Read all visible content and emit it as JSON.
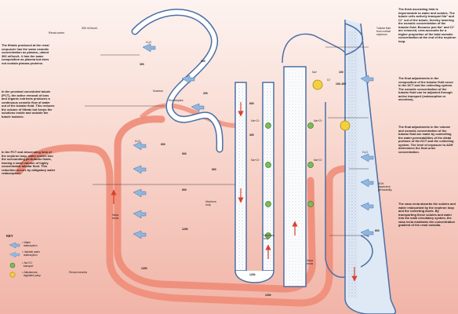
{
  "labels": {
    "renal_cortex": "Renal cortex",
    "renal_medulla": "Renal medulla",
    "nucleus": "Nucleus",
    "electrolytes": "Electrolytes",
    "nephron_loop_left": "Nephron\nloop",
    "nephron_loop_right": "Nephron\nloop",
    "vasa_recta_left": "Vasa\nrecta",
    "vasa_recta_right": "Vasa\nrecta",
    "tubular_fluid": "Tubular fluid\nfrom cortical\nnephrons",
    "adh_permeability": "ADH-\ndependent\npermeability",
    "cortex_osm": "300 mOsm/L",
    "h2o": "H₂O",
    "nacl": "Na⁺Cl⁻",
    "na": "Na⁺",
    "cl": "Cl⁻"
  },
  "numbers": {
    "n300a": "300",
    "n300b": "300",
    "n100": "100",
    "n100_200": "100–300",
    "n400": "400",
    "n200": "200",
    "n600a": "600",
    "n600b": "600",
    "n600c": "600",
    "n600d": "600",
    "n900": "900",
    "n600e": "600",
    "n1200a": "1200",
    "n1200b": "1200",
    "n1200c": "1200",
    "n1200d": "1200"
  },
  "notes": {
    "left1": "The filtrate produced at the renal corpuscle has the same osmotic concentration as plasma—about 300 mOsm/L. It has the same composition as plasma but does not contain plasma proteins.",
    "left2": "In the proximal convoluted tubule (PCT), the active removal of ions and organic nutrients produces a continuous osmotic flow of water out of the tubular fluid. This reduces the volume of filtrate but keeps the solutions inside and outside the tubule isotonic.",
    "left3": "In the PCT and descending limb of the nephron loop, water moves into the surrounding peritubular fluids, leaving a small volume of highly concentrated tubular fluid. This reduction occurs by obligatory water reabsorption.",
    "right1": "The thick ascending limb is impermeable to water and solutes. The tubule cells actively transport Na⁺ and Cl⁻ out of the tubule, thereby lowering the osmotic concentration of the tubular fluid. Because just Na⁺ and Cl⁻ are removed, urea accounts for a higher proportion of the total osmotic concentration at the end of the nephron loop.",
    "right2": "The final adjustments in the composition of the tubular fluid occur in the DCT and the collecting system. The osmotic concentration of the tubular fluid can be adjusted through active transport (reabsorption or secretion).",
    "right3": "The final adjustments in the volume and osmotic concentration of the tubular fluid are made by controlling the water permeabilities of the distal portions of the DCT and the collecting system. The level of exposure to ADH determines the final urine concentration.",
    "right4": "The vasa recta absorbs the solutes and water reabsorbed by the nephron loop and the collecting ducts. By transporting these solutes and water into the main circulatory system, the vasa recta maintains the concentration gradient of the renal medulla."
  },
  "key": {
    "title": "KEY",
    "items": [
      "= Water\n  reabsorption",
      "= Variable water\n  reabsorption",
      "= Na⁺/Cl⁻\n  transport",
      "= Aldosterone-\n  regulated pump"
    ]
  },
  "colors": {
    "vasa_recta": "#ef8c78",
    "tubule_fill": "#ffffff",
    "tubule_wall": "#4a6fa5",
    "ducts": "#dfe8f5",
    "water_arrow": "#8fb8e0",
    "pump_green": "#7dbb5a",
    "pump_yellow": "#f4d03f"
  }
}
